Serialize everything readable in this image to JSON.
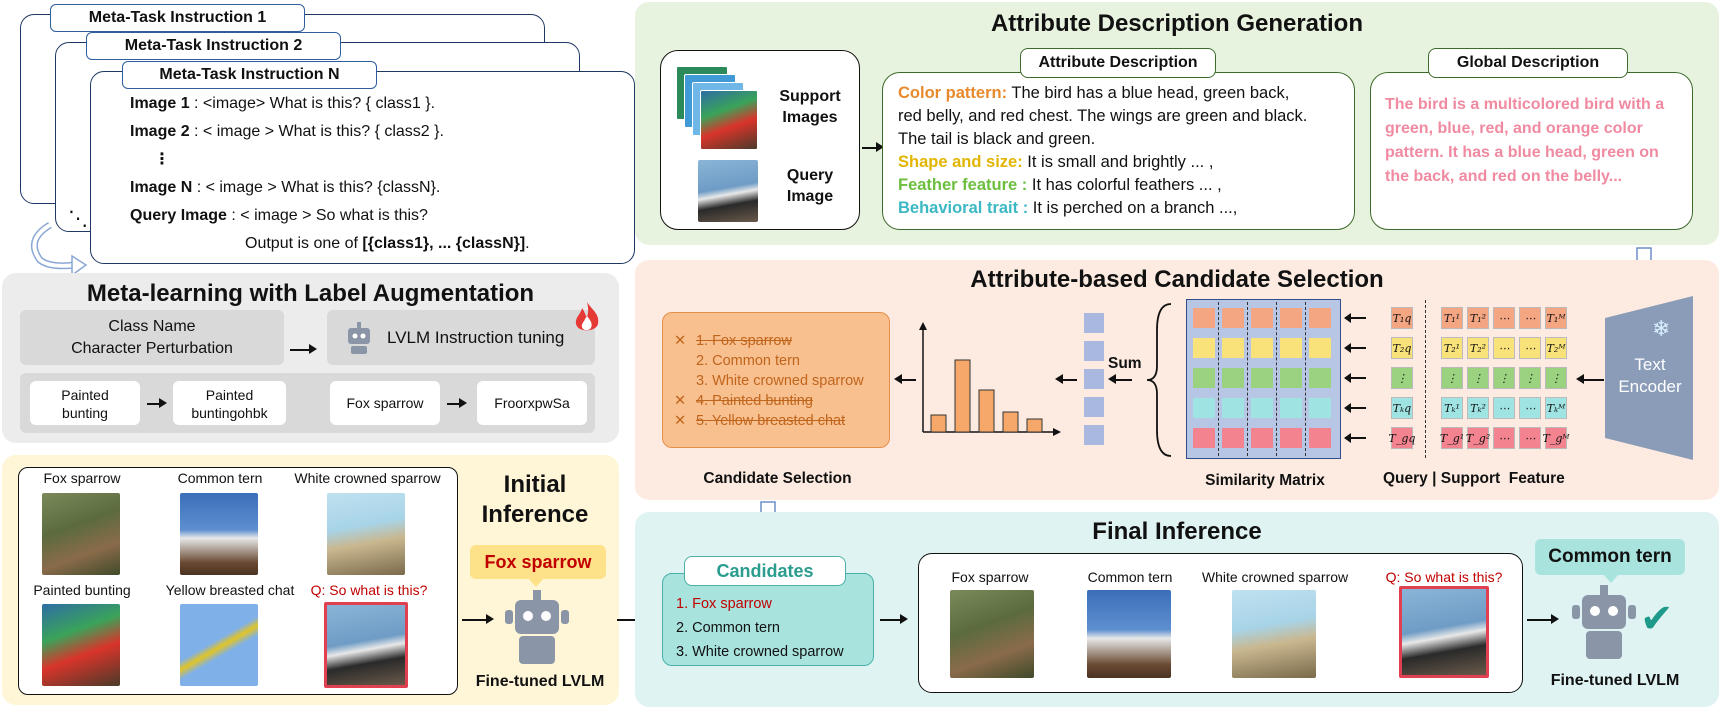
{
  "meta_task": {
    "tabs": [
      "Meta-Task Instruction 1",
      "Meta-Task Instruction 2",
      "Meta-Task Instruction N"
    ],
    "lines": [
      {
        "label": "Image 1",
        "text": " : <image> What is this? { class1 }."
      },
      {
        "label": "Image 2",
        "text": " : < image > What is this? { class2 }."
      },
      {
        "label": "⋮",
        "text": ""
      },
      {
        "label": "Image N",
        "text": " : < image > What is this? {classN}."
      },
      {
        "label": "Query Image",
        "text": " : < image > So what is this?"
      }
    ],
    "output_prefix": "Output is one of ",
    "output_classes": "[{class1}, ... {classN}]",
    "output_suffix": ".",
    "ellipsis": "⋱"
  },
  "meta_learning": {
    "title": "Meta-learning with Label Augmentation",
    "perturb_line1": "Class Name",
    "perturb_line2": "Character Perturbation",
    "tuning_label": "LVLM Instruction tuning",
    "ex1_a": "Painted bunting",
    "ex1_b": "Painted buntingohbk",
    "ex2_a": "Fox sparrow",
    "ex2_b": "FroorxpwSa"
  },
  "initial": {
    "title_line1": "Initial",
    "title_line2": "Inference",
    "answer": "Fox sparrow",
    "model_label": "Fine-tuned LVLM",
    "birds": [
      "Fox sparrow",
      "Common tern",
      "White crowned sparrow",
      "Painted bunting",
      "Yellow breasted chat",
      "Q: So what is this?"
    ]
  },
  "attr_gen": {
    "title": "Attribute Description Generation",
    "support_label": "Support Images",
    "query_label": "Query Image",
    "attr_desc_title": "Attribute Description",
    "attrs": [
      {
        "key": "Color pattern:",
        "text": " The bird has a blue head, green back,",
        "color": "#e8892b"
      },
      {
        "key": "",
        "text": "red belly, and red chest. The wings are green and black.",
        "color": "#e8892b"
      },
      {
        "key": "",
        "text": "The tail is black and green.",
        "color": "#e8892b"
      },
      {
        "key": "Shape and size:",
        "text": " It is small and brightly  ... ,",
        "color": "#e2b500"
      },
      {
        "key": "Feather feature :",
        "text": " It has colorful feathers ... ,",
        "color": "#6cbf3e"
      },
      {
        "key": "Behavioral trait :",
        "text": " It is perched on a branch ...,",
        "color": "#3bb8c4"
      }
    ],
    "global_title": "Global Description",
    "global_text": "The bird is a multicolored bird with a green, blue, red, and orange color pattern. It has a blue head, green on the back, and red on the belly...",
    "global_color": "#f08aa0"
  },
  "candidate_sel": {
    "title": "Attribute-based Candidate Selection",
    "items": [
      {
        "text": "1. Fox sparrow",
        "struck": true
      },
      {
        "text": "2. Common tern",
        "struck": false
      },
      {
        "text": "3. White crowned sparrow",
        "struck": false
      },
      {
        "text": "4. Painted bunting",
        "struck": true
      },
      {
        "text": "5. Yellow breasted chat",
        "struck": true
      }
    ],
    "cross": "✕",
    "caption": "Candidate Selection",
    "sum_label": "Sum",
    "matrix_caption": "Similarity Matrix",
    "feature_caption": "Query | Support  Feature",
    "encoder_line1": "Text",
    "encoder_line2": "Encoder",
    "text_color": "#c0651c",
    "row_colors": [
      "#f4a582",
      "#f9e27a",
      "#9ad27f",
      "#9fe3e3",
      "#f2838f"
    ],
    "query_tokens": [
      "T₁q",
      "T₂q",
      "⋮",
      "Tₖq",
      "T_gq"
    ],
    "support_tokens": [
      [
        "T₁¹",
        "T₁²",
        "⋯",
        "⋯",
        "T₁ᴹ"
      ],
      [
        "T₂¹",
        "T₂²",
        "⋯",
        "⋯",
        "T₂ᴹ"
      ],
      [
        "⋮",
        "⋮",
        "⋮",
        "⋮",
        "⋮"
      ],
      [
        "Tₖ¹",
        "Tₖ²",
        "⋯",
        "⋯",
        "Tₖᴹ"
      ],
      [
        "T_g¹",
        "T_g²",
        "⋯",
        "⋯",
        "T_gᴹ"
      ]
    ],
    "hist_values": [
      0.17,
      0.72,
      0.42,
      0.2,
      0.13
    ]
  },
  "final": {
    "title": "Final Inference",
    "cand_title": "Candidates",
    "cand_items": [
      "1. Fox sparrow",
      "2. Common tern",
      "3. White crowned sparrow"
    ],
    "birds": [
      "Fox sparrow",
      "Common tern",
      "White crowned sparrow",
      "Q: So what is this?"
    ],
    "answer": "Common tern",
    "model_label": "Fine-tuned LVLM",
    "check": "✔"
  },
  "colors": {
    "green_panel": "#e7f3df",
    "orange_panel": "#fdebe1",
    "teal_panel": "#dff3f3",
    "yellow_panel": "#fff6d8",
    "gray_panel": "#ececec",
    "red_text": "#c00000",
    "teal_text": "#2a9d8f"
  }
}
